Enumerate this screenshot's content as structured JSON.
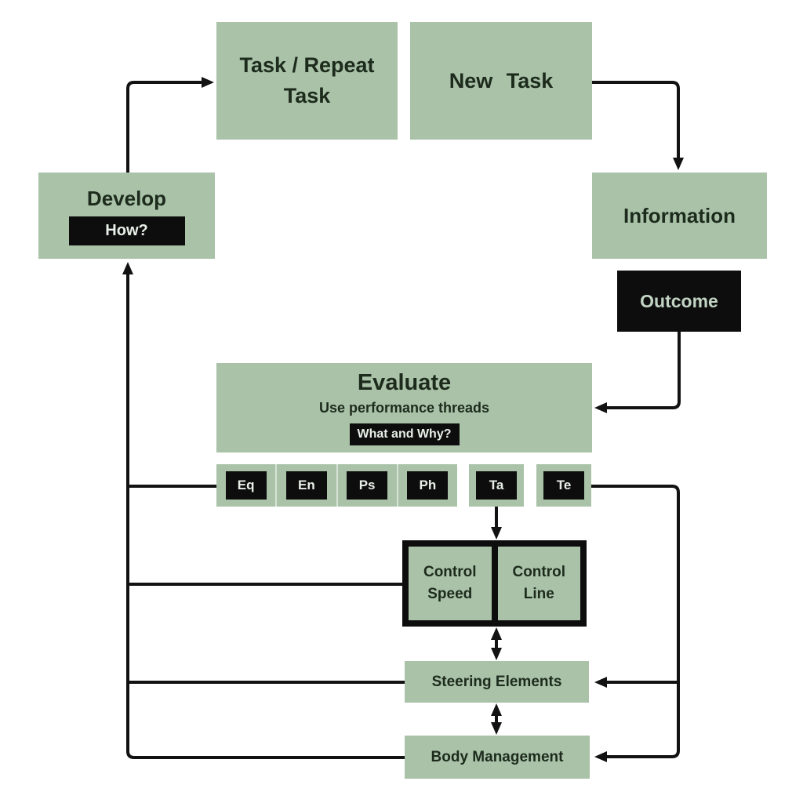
{
  "colors": {
    "background": "#ffffff",
    "box_green": "#a9c2a8",
    "box_black": "#0d0d0d",
    "text_dark": "#1d2b1c",
    "text_light": "#e8efe8",
    "outcome_text": "#c2d5c4",
    "connector": "#121212"
  },
  "nodes": {
    "task_repeat": {
      "line1": "Task / Repeat",
      "line2": "Task"
    },
    "new_task": {
      "label": "New Task"
    },
    "develop": {
      "label": "Develop",
      "question": "How?"
    },
    "information": {
      "label": "Information"
    },
    "outcome": {
      "label": "Outcome"
    },
    "evaluate": {
      "title": "Evaluate",
      "subtitle": "Use performance threads",
      "question": "What and Why?"
    },
    "threads": {
      "items": [
        "Eq",
        "En",
        "Ps",
        "Ph"
      ],
      "ta": "Ta",
      "te": "Te"
    },
    "control_speed": {
      "line1": "Control",
      "line2": "Speed"
    },
    "control_line": {
      "line1": "Control",
      "line2": "Line"
    },
    "steering": {
      "label": "Steering Elements"
    },
    "body_management": {
      "label": "Body Management"
    }
  }
}
